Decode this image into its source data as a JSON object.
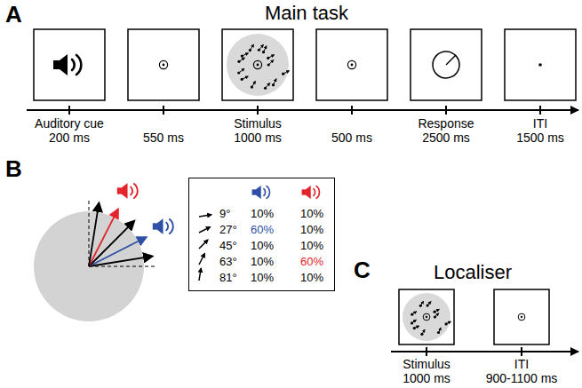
{
  "diagram": {
    "nodes": [
      {
        "text": [
          "9°",
          "10%",
          "10%",
          "27°",
          "60%",
          "10%",
          "45°",
          "10%",
          "10%",
          "63°",
          "10%",
          "60%",
          "81°",
          "10%",
          "10%"
        ]
      }
    ],
    "edges": [],
    "labels": [
      "A",
      "Main task",
      "Auditory cue",
      "200 ms",
      "550 ms",
      "Stimulus",
      "1000 ms",
      "500 ms",
      "Response",
      "2500 ms",
      "ITI",
      "1500 ms",
      "B",
      "C",
      "Localiser",
      "Stimulus",
      "1000 ms",
      "ITI",
      "900-1100 ms"
    ]
  }
}
